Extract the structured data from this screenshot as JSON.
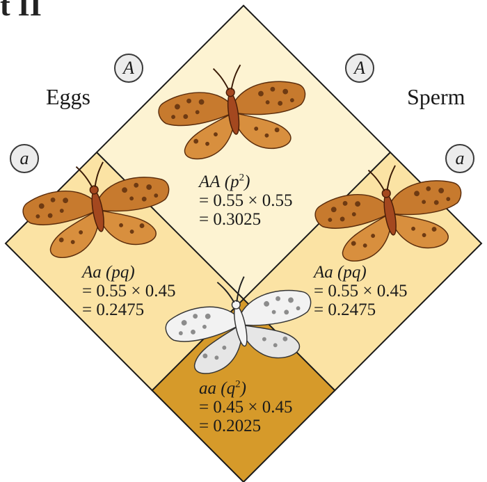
{
  "header_fragment": "t II",
  "eggs_label": "Eggs",
  "sperm_label": "Sperm",
  "egg_alleles": [
    "A",
    "a"
  ],
  "sperm_alleles": [
    "A",
    "a"
  ],
  "cells": {
    "AA": {
      "genotype": "AA",
      "freq_symbol": "p",
      "freq_exp": "2",
      "calc": "= 0.55 × 0.55",
      "result": "= 0.3025",
      "color": "#fdf3d2"
    },
    "Aa_left": {
      "genotype": "Aa",
      "freq_label": "(pq)",
      "calc": "= 0.55 × 0.45",
      "result": "= 0.2475",
      "color": "#fbe3a4"
    },
    "Aa_right": {
      "genotype": "Aa",
      "freq_label": "(pq)",
      "calc": "= 0.55 × 0.45",
      "result": "= 0.2475",
      "color": "#fbe3a4"
    },
    "aa": {
      "genotype": "aa",
      "freq_symbol": "q",
      "freq_exp": "2",
      "calc": "= 0.45 × 0.45",
      "result": "= 0.2025",
      "color": "#d69a2a"
    }
  },
  "colors": {
    "outline": "#1a1a1a",
    "moth_orange": "#c77a2e",
    "moth_dark": "#6e3a12",
    "moth_body": "#a4481f",
    "moth_white": "#f2f2f2",
    "moth_grey": "#8c8c8c"
  }
}
